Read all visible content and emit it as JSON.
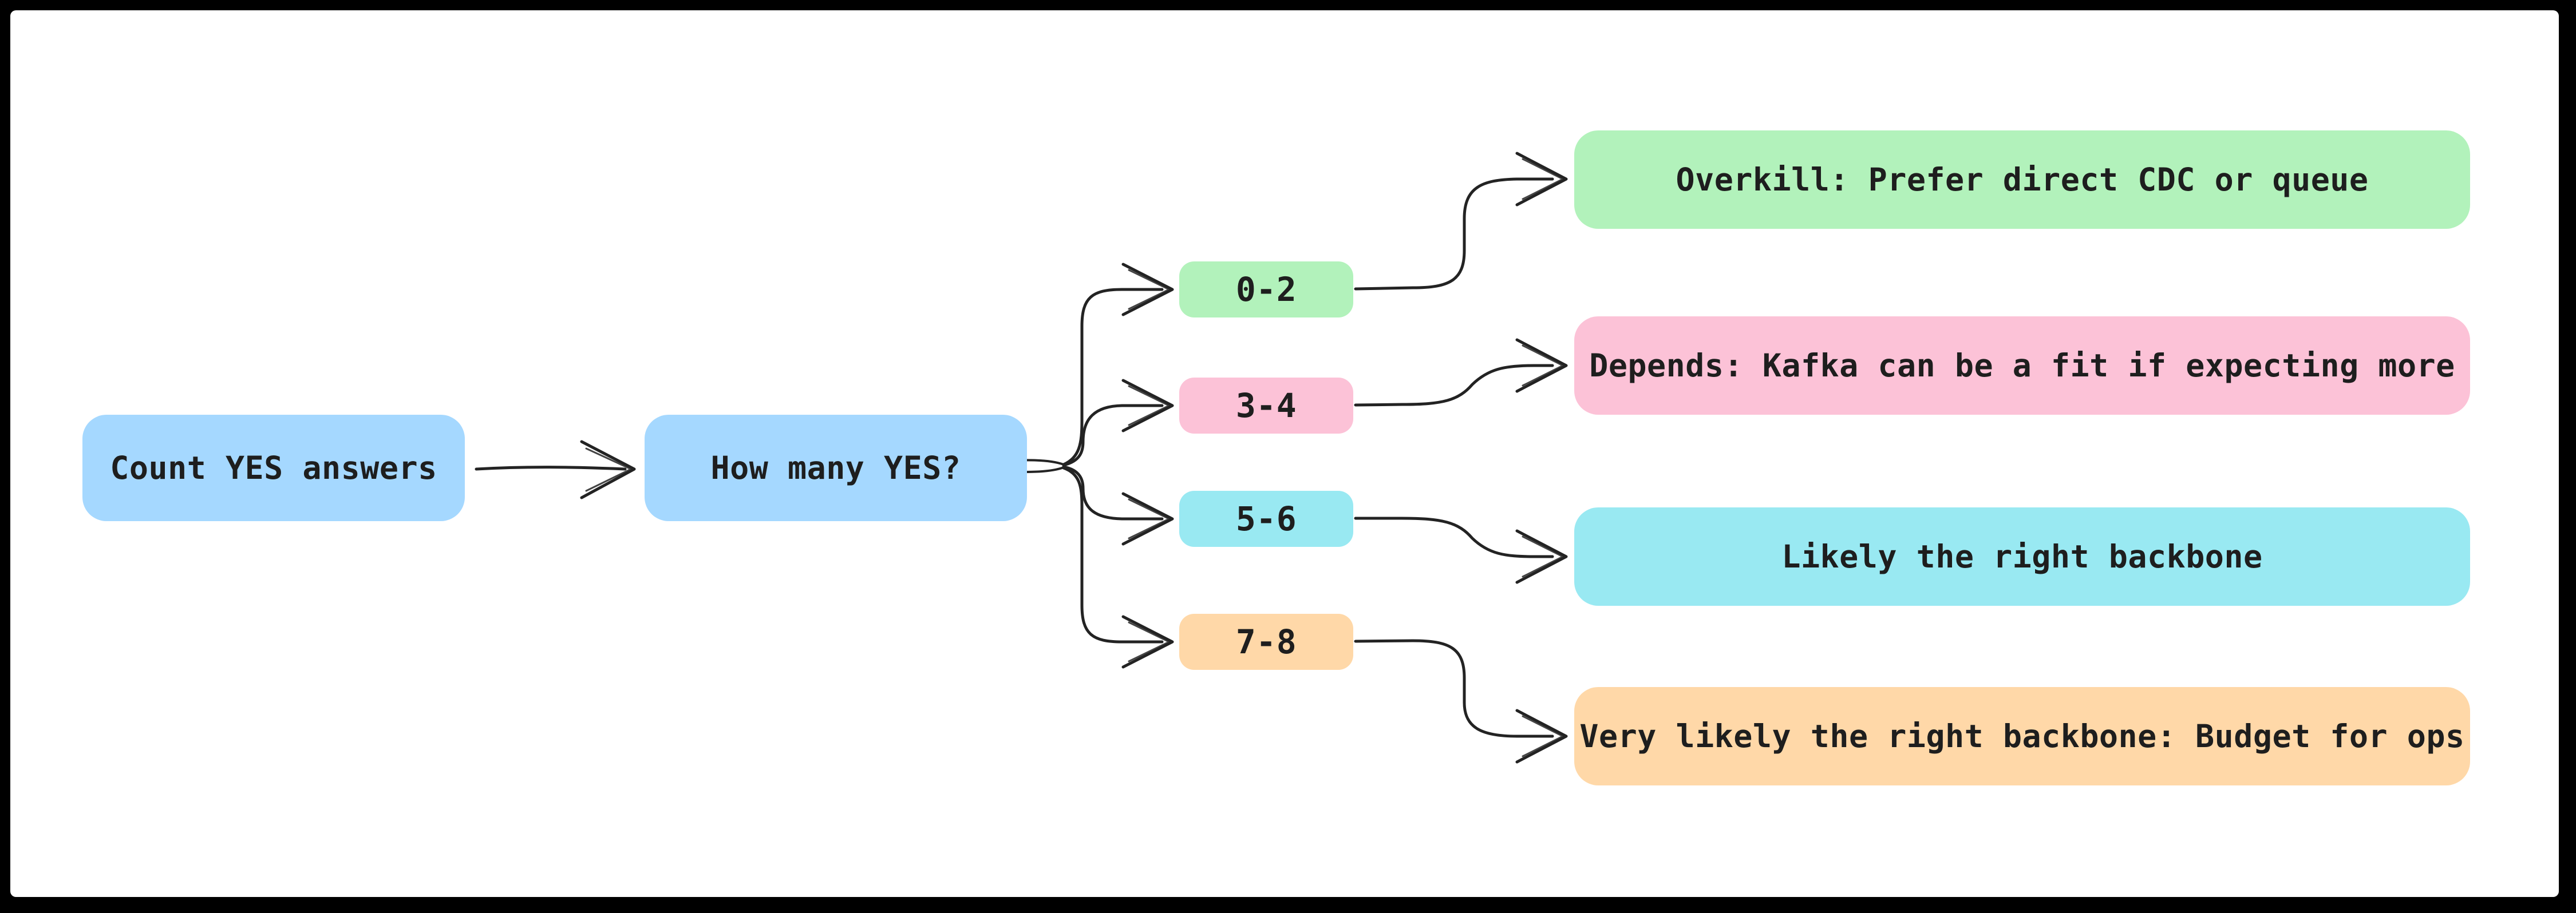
{
  "diagram": {
    "nodes": {
      "start": {
        "label": "Count YES answers",
        "color": "#a5d8ff"
      },
      "question": {
        "label": "How many YES?",
        "color": "#a5d8ff"
      }
    },
    "branches": [
      {
        "range": "0-2",
        "color": "#b2f2bb",
        "result": "Overkill: Prefer direct CDC or queue"
      },
      {
        "range": "3-4",
        "color": "#fcc2d7",
        "result": "Depends: Kafka can be a fit if expecting more"
      },
      {
        "range": "5-6",
        "color": "#99e9f2",
        "result": "Likely the right backbone"
      },
      {
        "range": "7-8",
        "color": "#ffd8a8",
        "result": "Very likely the right backbone: Budget for ops"
      }
    ],
    "colors": {
      "frame": "#000000",
      "canvas": "#ffffff",
      "stroke": "#232323",
      "text": "#1e1e1e"
    }
  }
}
